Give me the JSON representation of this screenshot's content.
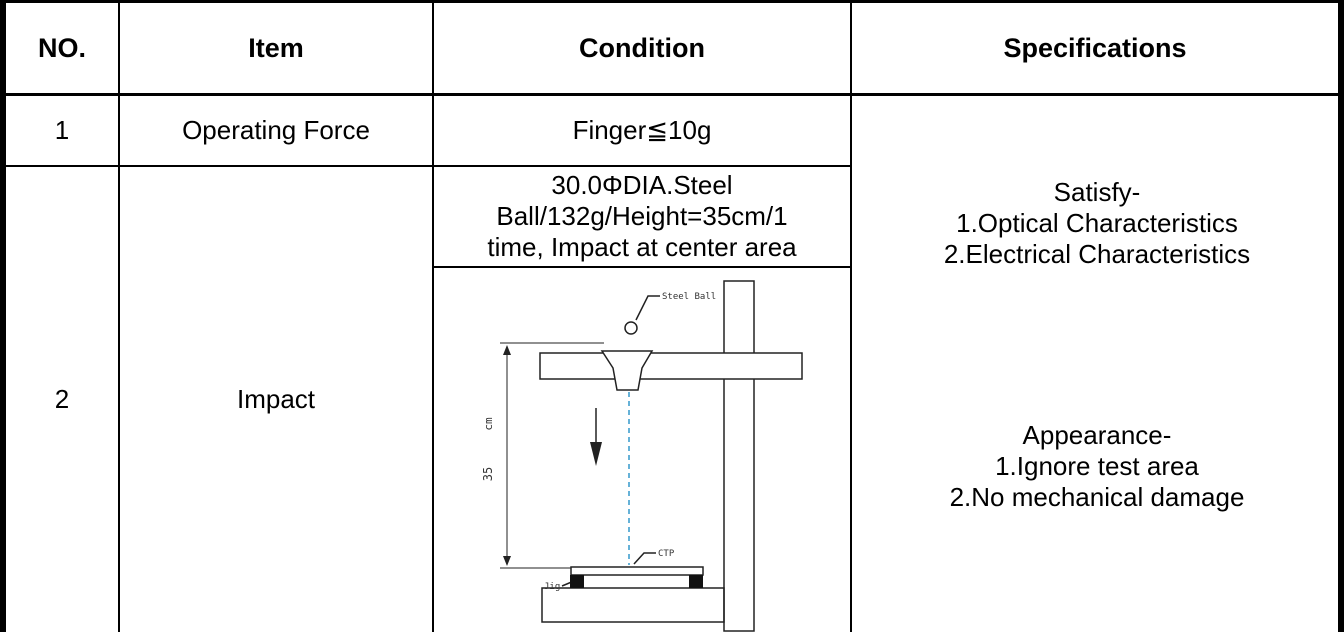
{
  "headers": {
    "no": "NO.",
    "item": "Item",
    "condition": "Condition",
    "specifications": "Specifications"
  },
  "rows": [
    {
      "no": "1",
      "item": "Operating Force",
      "condition": "Finger≦10g"
    },
    {
      "no": "2",
      "item": "Impact",
      "condition_lines": [
        "30.0ΦDIA.Steel",
        "Ball/132g/Height=35cm/1",
        "time, Impact at center area"
      ]
    }
  ],
  "diagram": {
    "steel_ball_label": "Steel Ball",
    "height_label": "35",
    "unit_label": "cm",
    "ctp_label": "CTP",
    "jig_label": "Jig"
  },
  "specifications": {
    "group1": [
      "Satisfy-",
      "1.Optical Characteristics",
      "2.Electrical Characteristics"
    ],
    "group2": [
      "Appearance-",
      "1.Ignore test area",
      "2.No mechanical damage"
    ]
  }
}
